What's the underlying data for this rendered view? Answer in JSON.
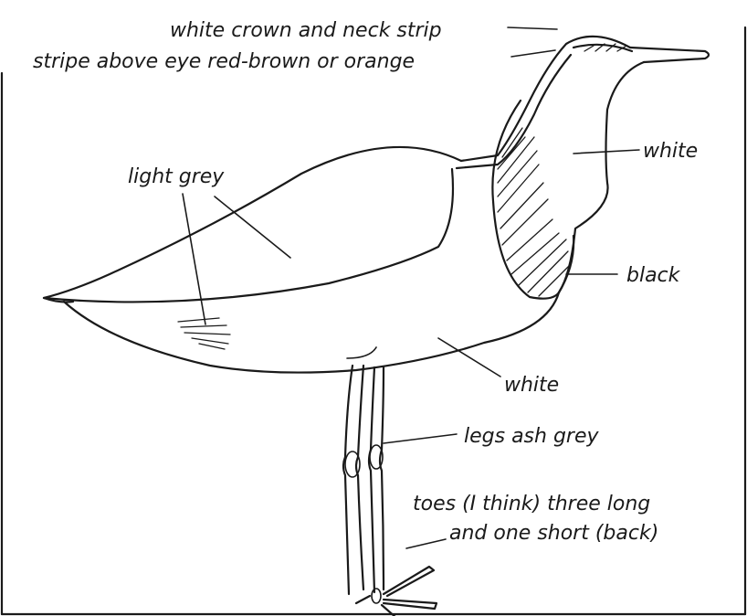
{
  "labels": {
    "crown": "white crown and neck strip",
    "eye_stripe": "stripe above eye red-brown or orange",
    "neck": "white",
    "body": "light grey",
    "breast": "black",
    "belly": "white",
    "legs": "legs ash grey",
    "toes_line1": "toes (I think) three long",
    "toes_line2": "and one short (back)"
  }
}
